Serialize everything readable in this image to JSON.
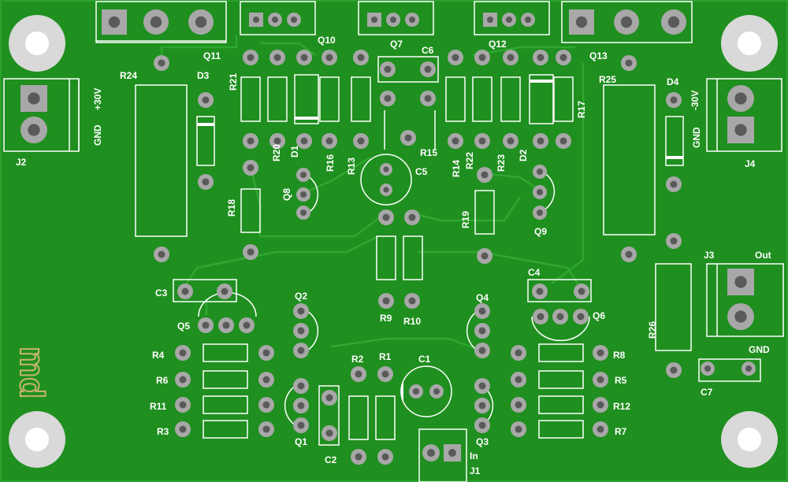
{
  "board": {
    "title": "Audio amplifier PCB layout",
    "colors": {
      "board": "#1f8f1f",
      "board_edge": "#2aa12a",
      "trace": "#2fa82f",
      "silk": "#ffffff",
      "pad": "#a8a8a8",
      "pad_hole": "#5a5a5a",
      "mount_hole_ring": "#d9d9d9",
      "mount_hole_center": "#ffffff",
      "logo": "#c8b46a"
    },
    "logo_text": "md",
    "labels": [
      {
        "id": "Q11",
        "text": "Q11"
      },
      {
        "id": "Q10",
        "text": "Q10"
      },
      {
        "id": "Q7",
        "text": "Q7"
      },
      {
        "id": "Q12",
        "text": "Q12"
      },
      {
        "id": "Q13",
        "text": "Q13"
      },
      {
        "id": "R24",
        "text": "R24"
      },
      {
        "id": "D3",
        "text": "D3"
      },
      {
        "id": "R21",
        "text": "R21"
      },
      {
        "id": "R20",
        "text": "R20"
      },
      {
        "id": "D1",
        "text": "D1"
      },
      {
        "id": "R16",
        "text": "R16"
      },
      {
        "id": "R13",
        "text": "R13"
      },
      {
        "id": "C6",
        "text": "C6"
      },
      {
        "id": "R15",
        "text": "R15"
      },
      {
        "id": "C5",
        "text": "C5"
      },
      {
        "id": "R14",
        "text": "R14"
      },
      {
        "id": "R22",
        "text": "R22"
      },
      {
        "id": "R23",
        "text": "R23"
      },
      {
        "id": "D2",
        "text": "D2"
      },
      {
        "id": "R17",
        "text": "R17"
      },
      {
        "id": "R25",
        "text": "R25"
      },
      {
        "id": "D4",
        "text": "D4"
      },
      {
        "id": "J2",
        "text": "J2"
      },
      {
        "id": "J4",
        "text": "J4"
      },
      {
        "id": "plus30v",
        "text": "+30V"
      },
      {
        "id": "gnd_left",
        "text": "GND"
      },
      {
        "id": "minus30v",
        "text": "-30V"
      },
      {
        "id": "gnd_right",
        "text": "GND"
      },
      {
        "id": "R18",
        "text": "R18"
      },
      {
        "id": "Q8",
        "text": "Q8"
      },
      {
        "id": "R19",
        "text": "R19"
      },
      {
        "id": "Q9",
        "text": "Q9"
      },
      {
        "id": "R9",
        "text": "R9"
      },
      {
        "id": "R10",
        "text": "R10"
      },
      {
        "id": "J3",
        "text": "J3"
      },
      {
        "id": "Out",
        "text": "Out"
      },
      {
        "id": "R26",
        "text": "R26"
      },
      {
        "id": "gnd_out",
        "text": "GND"
      },
      {
        "id": "C3",
        "text": "C3"
      },
      {
        "id": "Q2",
        "text": "Q2"
      },
      {
        "id": "Q5",
        "text": "Q5"
      },
      {
        "id": "C4",
        "text": "C4"
      },
      {
        "id": "Q4",
        "text": "Q4"
      },
      {
        "id": "Q6",
        "text": "Q6"
      },
      {
        "id": "R4",
        "text": "R4"
      },
      {
        "id": "R6",
        "text": "R6"
      },
      {
        "id": "R11",
        "text": "R11"
      },
      {
        "id": "R3",
        "text": "R3"
      },
      {
        "id": "Q1",
        "text": "Q1"
      },
      {
        "id": "C2",
        "text": "C2"
      },
      {
        "id": "R2",
        "text": "R2"
      },
      {
        "id": "R1",
        "text": "R1"
      },
      {
        "id": "C1",
        "text": "C1"
      },
      {
        "id": "Q3",
        "text": "Q3"
      },
      {
        "id": "In",
        "text": "In"
      },
      {
        "id": "J1",
        "text": "J1"
      },
      {
        "id": "R8",
        "text": "R8"
      },
      {
        "id": "R5",
        "text": "R5"
      },
      {
        "id": "R12",
        "text": "R12"
      },
      {
        "id": "R7",
        "text": "R7"
      },
      {
        "id": "C7",
        "text": "C7"
      }
    ]
  }
}
